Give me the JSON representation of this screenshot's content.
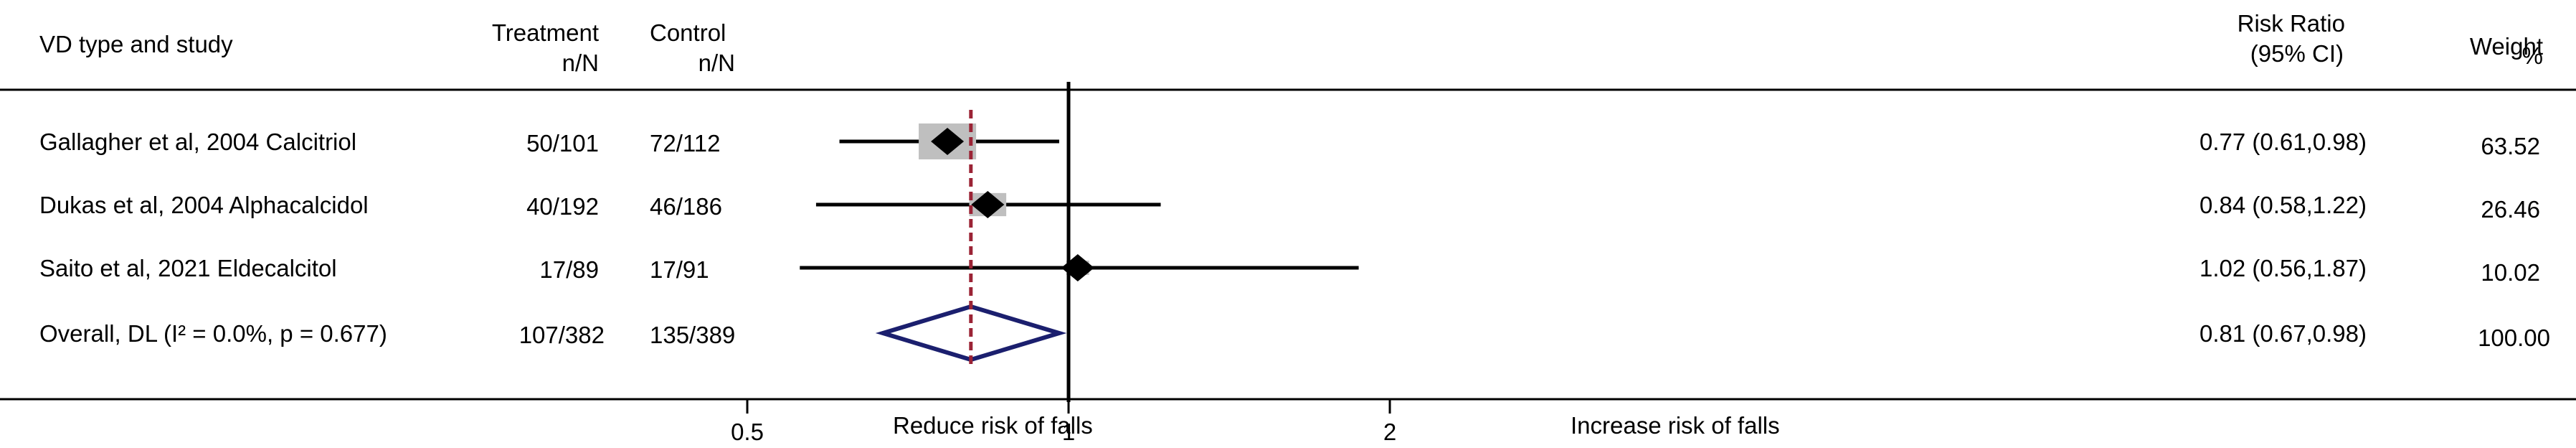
{
  "header": {
    "study": "VD type and study",
    "treatment_line1": "Treatment",
    "treatment_line2": "n/N",
    "control_line1": "Control",
    "control_line2": "n/N",
    "rr_line1": "Risk Ratio",
    "rr_line2": "(95% CI)",
    "weight_line1": "%",
    "weight_line2": "Weight"
  },
  "chart_data": {
    "type": "forest",
    "x_scale": "log",
    "xlim": [
      0.5,
      2
    ],
    "xticks": [
      {
        "value": 0.5,
        "label": "0.5"
      },
      {
        "value": 1,
        "label": "1"
      },
      {
        "value": 2,
        "label": "2"
      }
    ],
    "xlabel_left": "Reduce risk of falls",
    "xlabel_right": "Increase risk of falls",
    "null_line": 1,
    "pooled_line": 0.81,
    "studies": [
      {
        "label": "Gallagher et al, 2004 Calcitriol",
        "treatment": "50/101",
        "control": "72/112",
        "rr": 0.77,
        "lo": 0.61,
        "hi": 0.98,
        "ci_text": "0.77 (0.61,0.98)",
        "weight": 63.52,
        "weight_text": "63.52"
      },
      {
        "label": "Dukas et al, 2004 Alphacalcidol",
        "treatment": "40/192",
        "control": "46/186",
        "rr": 0.84,
        "lo": 0.58,
        "hi": 1.22,
        "ci_text": "0.84 (0.58,1.22)",
        "weight": 26.46,
        "weight_text": "26.46"
      },
      {
        "label": "Saito et al, 2021 Eldecalcitol",
        "treatment": "17/89",
        "control": "17/91",
        "rr": 1.02,
        "lo": 0.56,
        "hi": 1.87,
        "ci_text": "1.02 (0.56,1.87)",
        "weight": 10.02,
        "weight_text": "10.02"
      }
    ],
    "overall": {
      "label": "Overall, DL (I² = 0.0%, p = 0.677)",
      "treatment": "107/382",
      "control": "135/389",
      "rr": 0.81,
      "lo": 0.67,
      "hi": 0.98,
      "ci_text": "0.81 (0.67,0.98)",
      "weight_text": "100.00"
    },
    "colors": {
      "study_marker": "#000000",
      "weight_box": "#bfbfbf",
      "overall_diamond": "#1b1f6e",
      "pooled_line": "#9b2335"
    }
  }
}
